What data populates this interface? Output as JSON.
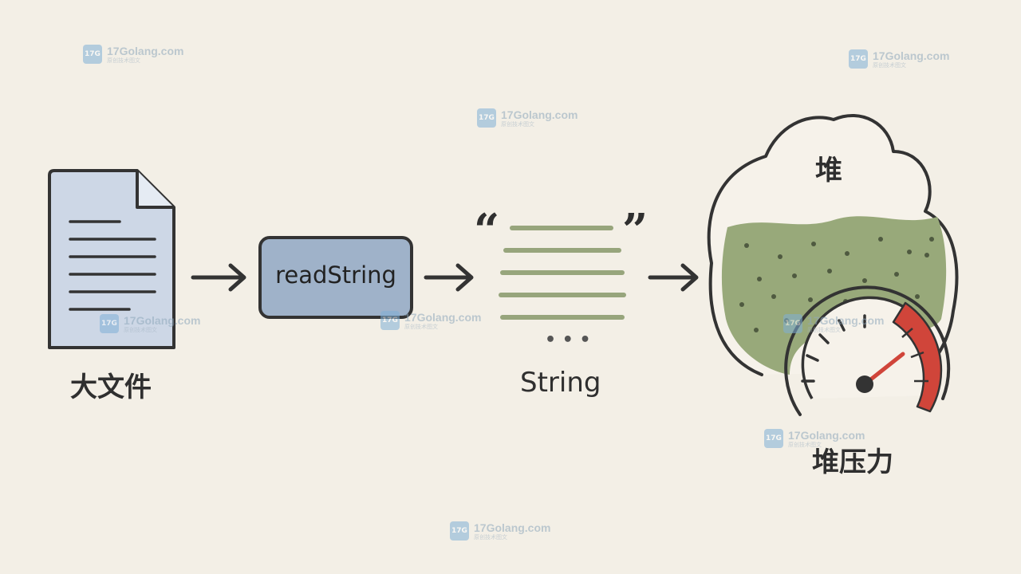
{
  "diagram": {
    "source_label": "大文件",
    "process_label": "readString",
    "result_label": "String",
    "ellipsis": "• • •",
    "quote_open": "“",
    "quote_close": "”",
    "memory_label": "堆",
    "pressure_label": "堆压力"
  },
  "watermark": {
    "site": "17Golang.com",
    "tagline": "原创技术图文",
    "logo_text": "17G"
  },
  "colors": {
    "background": "#f3efe6",
    "outline": "#333333",
    "document_fill": "#cdd7e6",
    "process_fill": "#9fb2c9",
    "string_lines": "#97a57c",
    "heap_fill": "#98a97a",
    "gauge_danger": "#d0453a"
  },
  "gauge": {
    "pressure_level": 0.82
  }
}
